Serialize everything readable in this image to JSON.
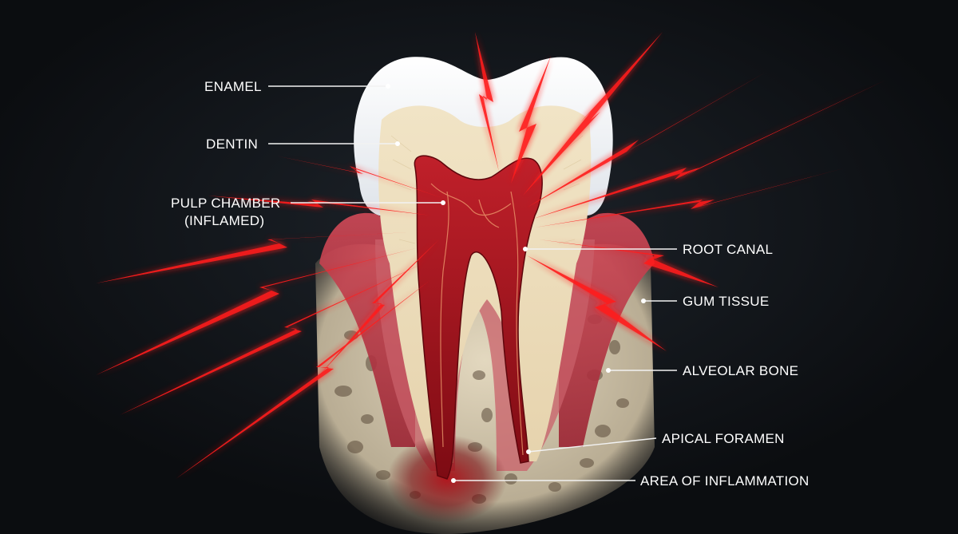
{
  "diagram": {
    "labels": {
      "enamel": "ENAMEL",
      "dentin": "DENTIN",
      "pulp_line1": "PULP CHAMBER",
      "pulp_line2": "(INFLAMED)",
      "root_canal": "ROOT CANAL",
      "gum_tissue": "GUM TISSUE",
      "alveolar_bone": "ALVEOLAR BONE",
      "apical_foramen": "APICAL FORAMEN",
      "area_of_inflammation": "AREA OF INFLAMMATION"
    },
    "colors": {
      "background": "#0d1014",
      "enamel": "#f4f6f8",
      "dentin": "#ecdcbc",
      "pulp": "#a8111c",
      "gum": "#c23a48",
      "bone": "#d8cdb4",
      "pain_bolt": "#ff1a1a",
      "label_text": "#ffffff"
    },
    "icons": [
      "pain-lightning-bolt-icon"
    ]
  }
}
